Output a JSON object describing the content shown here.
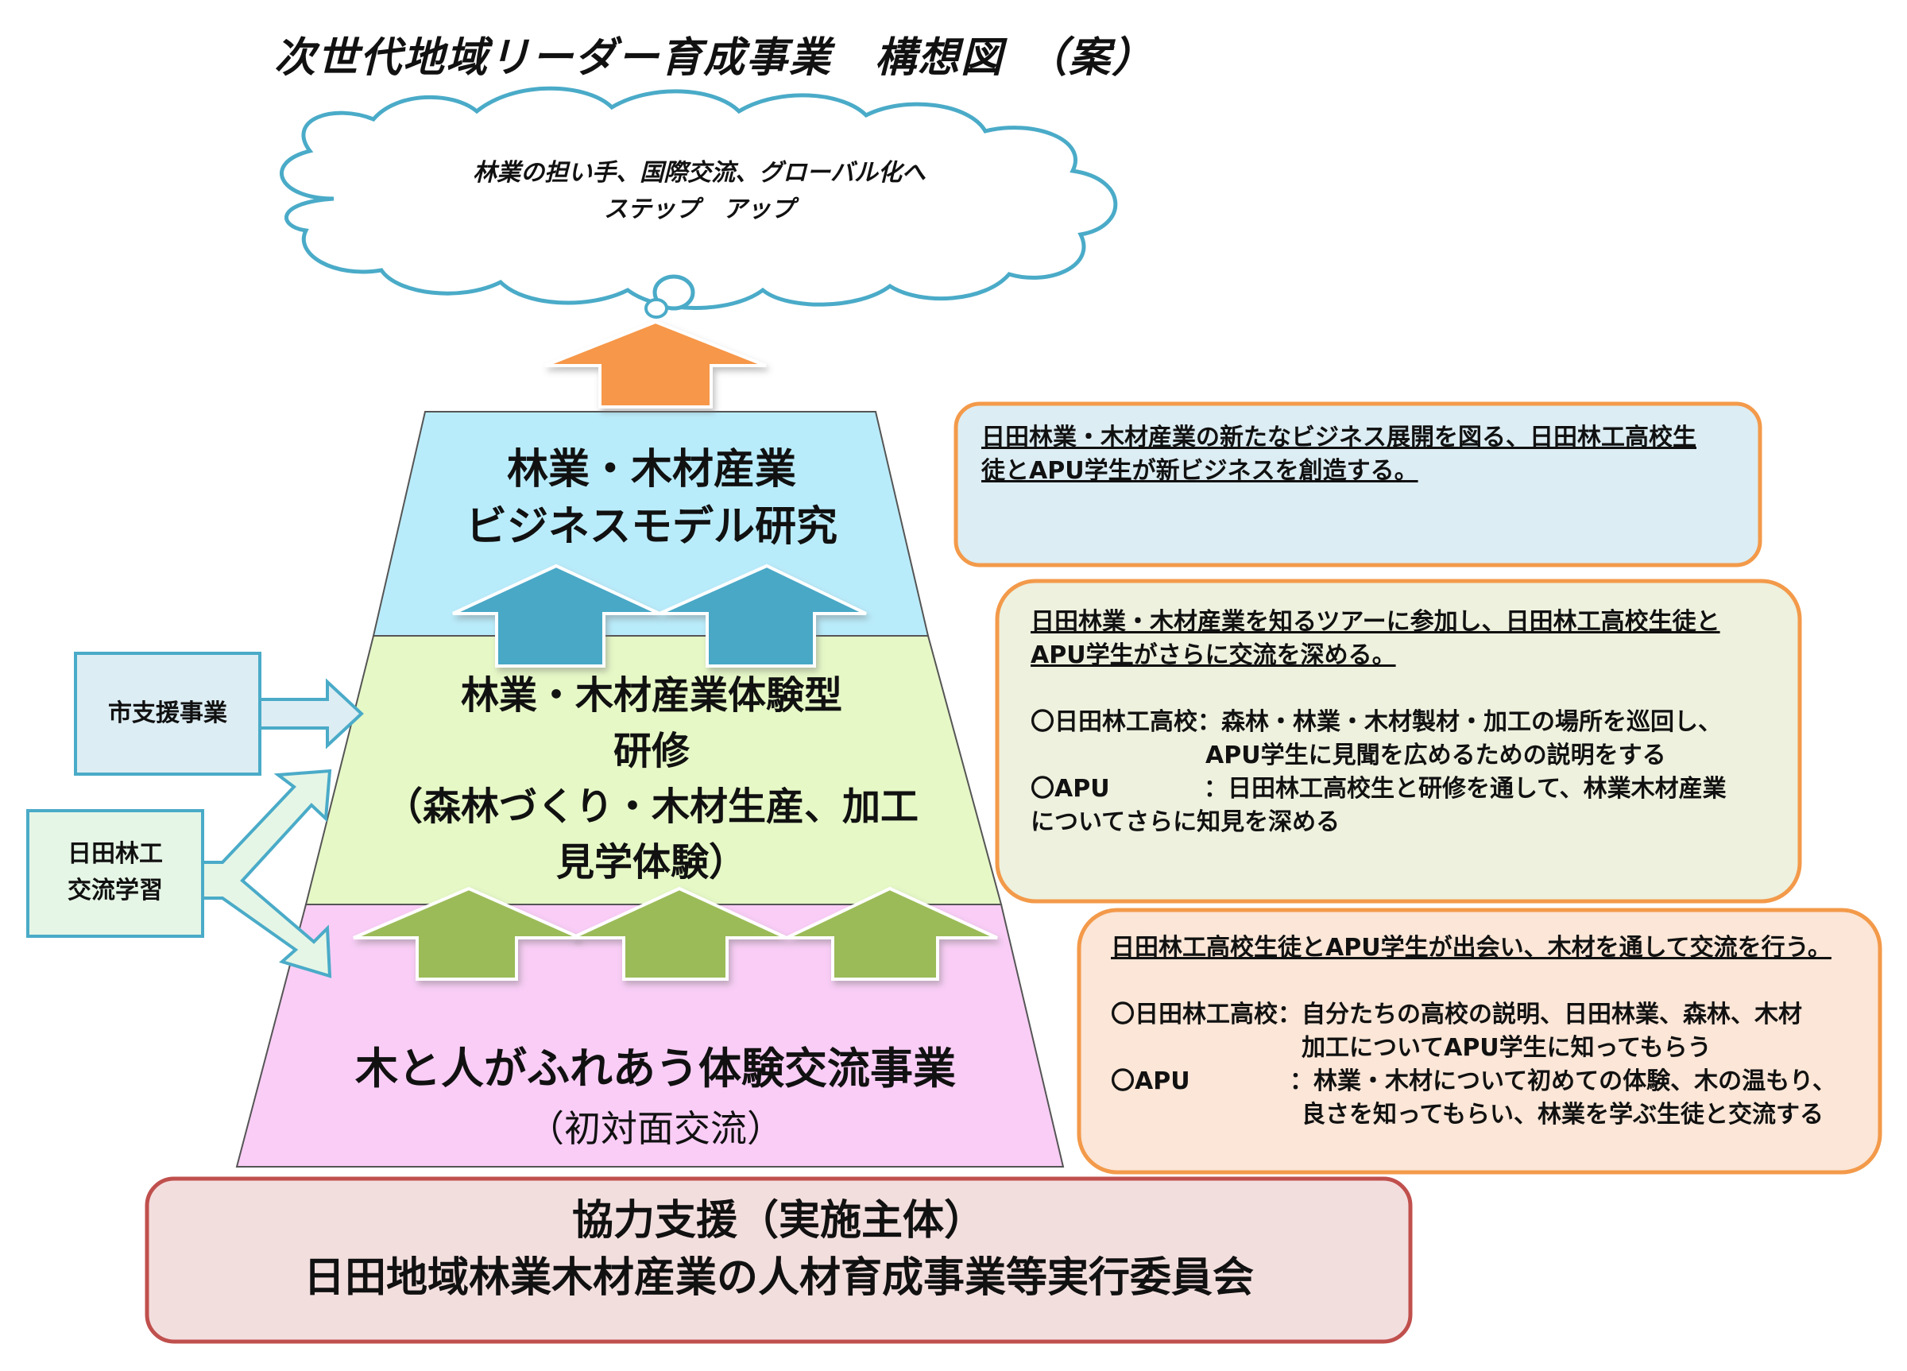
{
  "title": "次世代地域リーダー育成事業　構想図　（案）",
  "cloud": {
    "line1": "林業の担い手、国際交流、グローバル化へ",
    "line2": "ステップ　アップ"
  },
  "pyramid": {
    "top": {
      "line1": "林業・木材産業",
      "line2": "ビジネスモデル研究"
    },
    "middle": {
      "line1": "林業・木材産業体験型",
      "line2": "研修",
      "line3": "（森林づくり・木材生産、加工",
      "line4": "見学体験）"
    },
    "bottom": {
      "line1": "木と人がふれあう体験交流事業",
      "line2": "（初対面交流）"
    }
  },
  "foundation": {
    "line1": "協力支援（実施主体）",
    "line2": "日田地域林業木材産業の人材育成事業等実行委員会"
  },
  "side_labels": {
    "city_support": "市支援事業",
    "school_line1": "日田林工",
    "school_line2": "交流学習"
  },
  "notes": {
    "top": {
      "line1": "日田林業・木材産業の新たなビジネス展開を図る、日田林工高校生",
      "line2": "徒とAPU学生が新ビジネスを創造する。"
    },
    "middle": {
      "line1": "日田林業・木材産業を知るツアーに参加し、日田林工高校生徒と",
      "line2": "APU学生がさらに交流を深める。",
      "school_key": "〇日田林工高校",
      "school_v1": "：森林・林業・木材製材・加工の場所を巡回し、",
      "school_v2": "APU学生に見聞を広めるための説明をする",
      "apu_key": "〇APU",
      "apu_v1": "：日田林工高校生と研修を通して、林業木材産業",
      "apu_v2": "についてさらに知見を深める"
    },
    "bottom": {
      "line1": "日田林工高校生徒とAPU学生が出会い、木材を通して交流を行う。",
      "school_key": "〇日田林工高校",
      "school_v1": "：自分たちの高校の説明、日田林業、森林、木材",
      "school_v2": "加工についてAPU学生に知ってもらう",
      "apu_key": "〇APU",
      "apu_v1": "：林業・木材について初めての体験、木の温もり、",
      "apu_v2": "良さを知ってもらい、林業を学ぶ生徒と交流する"
    }
  },
  "colors": {
    "cloud_stroke": "#4aabc8",
    "tier_top": "#b9ecfb",
    "tier_middle": "#e6f8c6",
    "tier_bottom": "#f9cdf6",
    "arrow_orange": "#f6974a",
    "arrow_blue": "#4aa8c6",
    "arrow_green": "#9bbb59",
    "note_border": "#f39a4a",
    "note_top_fill": "#dcedf3",
    "note_mid_fill": "#edf1de",
    "note_bot_fill": "#fbe6d7",
    "foundation_fill": "#f3dede",
    "foundation_border": "#c0504d",
    "side_fill_blue": "#dcedf3",
    "side_fill_green": "#e6f6e6",
    "side_border": "#4aabc8"
  }
}
